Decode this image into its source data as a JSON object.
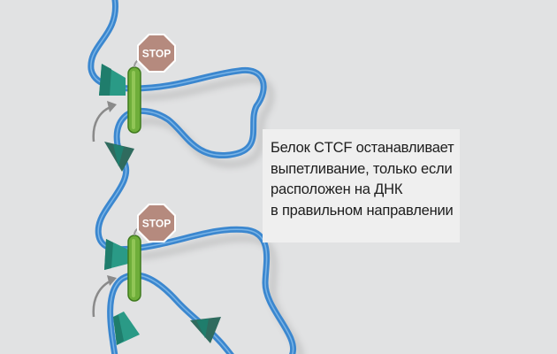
{
  "caption": {
    "lines": [
      "Белок CTCF останавливает",
      "выпетливание, только если",
      "расположен на ДНК",
      "в правильном направлении"
    ]
  },
  "signs": {
    "stop_label": "STOP"
  },
  "colors": {
    "dna": "#3b87cf",
    "ctcf": "#6fae3a",
    "cone": "#2a9a86",
    "stop": "#b58a7e",
    "background": "#e1e2e3"
  }
}
